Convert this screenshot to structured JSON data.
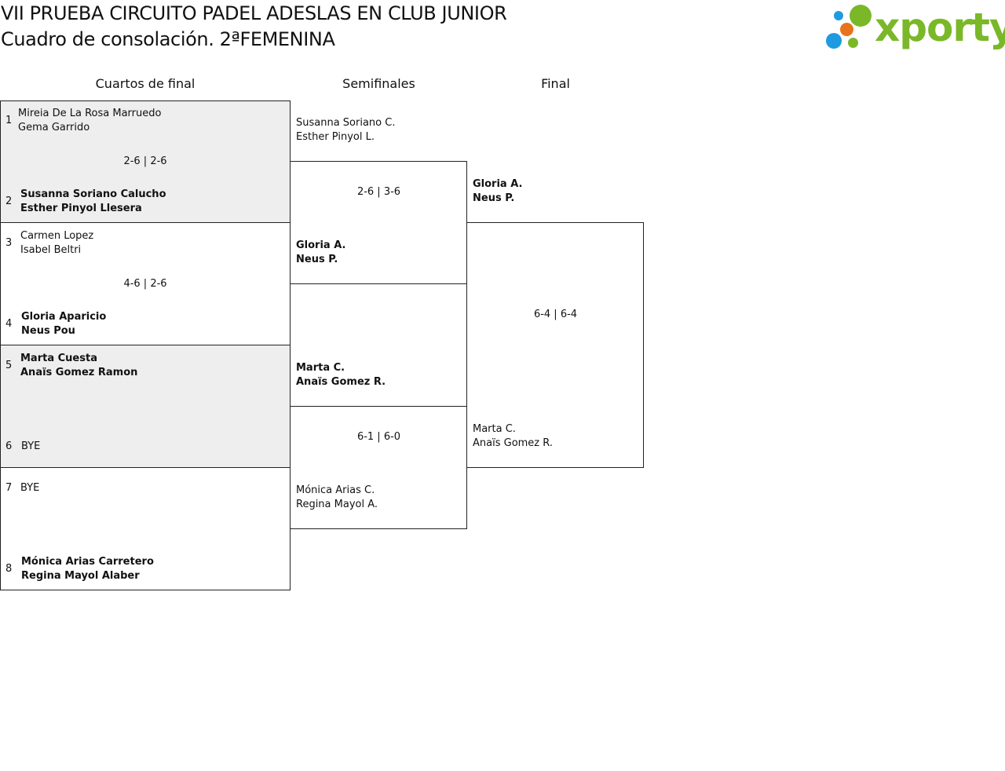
{
  "header": {
    "title_line1": "VII PRUEBA CIRCUITO PADEL ADESLAS EN CLUB JUNIOR",
    "title_line2": "Cuadro de consolación. 2ªFEMENINA"
  },
  "logo": {
    "text": "xporty",
    "colors": {
      "green": "#7ab829",
      "orange": "#e8731c",
      "blue": "#1e9be0"
    }
  },
  "rounds": {
    "quarterfinals": "Cuartos de final",
    "semifinals": "Semifinales",
    "final": "Final"
  },
  "quarterfinals": [
    {
      "top": {
        "seed": "1",
        "player1": "Mireia De La Rosa Marruedo",
        "player2": "Gema Garrido"
      },
      "score": "2-6 | 2-6",
      "bottom": {
        "seed": "2",
        "player1": "Susanna Soriano Calucho",
        "player2": "Esther Pinyol Llesera"
      }
    },
    {
      "top": {
        "seed": "3",
        "player1": "Carmen Lopez",
        "player2": "Isabel Beltri"
      },
      "score": "4-6 | 2-6",
      "bottom": {
        "seed": "4",
        "player1": "Gloria Aparicio",
        "player2": "Neus Pou"
      }
    },
    {
      "top": {
        "seed": "5",
        "player1": "Marta Cuesta",
        "player2": "Anaïs Gomez Ramon"
      },
      "score": "",
      "bottom": {
        "seed": "6",
        "player1": "BYE",
        "player2": ""
      }
    },
    {
      "top": {
        "seed": "7",
        "player1": "BYE",
        "player2": ""
      },
      "score": "",
      "bottom": {
        "seed": "8",
        "player1": "Mónica Arias Carretero",
        "player2": "Regina Mayol Alaber"
      }
    }
  ],
  "semifinals": [
    {
      "top": {
        "player1": "Susanna Soriano C.",
        "player2": "Esther Pinyol L."
      },
      "score": "2-6 | 3-6",
      "bottom": {
        "player1": "Gloria A.",
        "player2": "Neus P."
      }
    },
    {
      "top": {
        "player1": "Marta C.",
        "player2": "Anaïs Gomez R."
      },
      "score": "6-1 | 6-0",
      "bottom": {
        "player1": "Mónica Arias C.",
        "player2": "Regina Mayol A."
      }
    }
  ],
  "final": {
    "top": {
      "player1": "Gloria A.",
      "player2": "Neus P."
    },
    "score": "6-4 | 6-4",
    "bottom": {
      "player1": "Marta C.",
      "player2": "Anaïs Gomez R."
    }
  }
}
